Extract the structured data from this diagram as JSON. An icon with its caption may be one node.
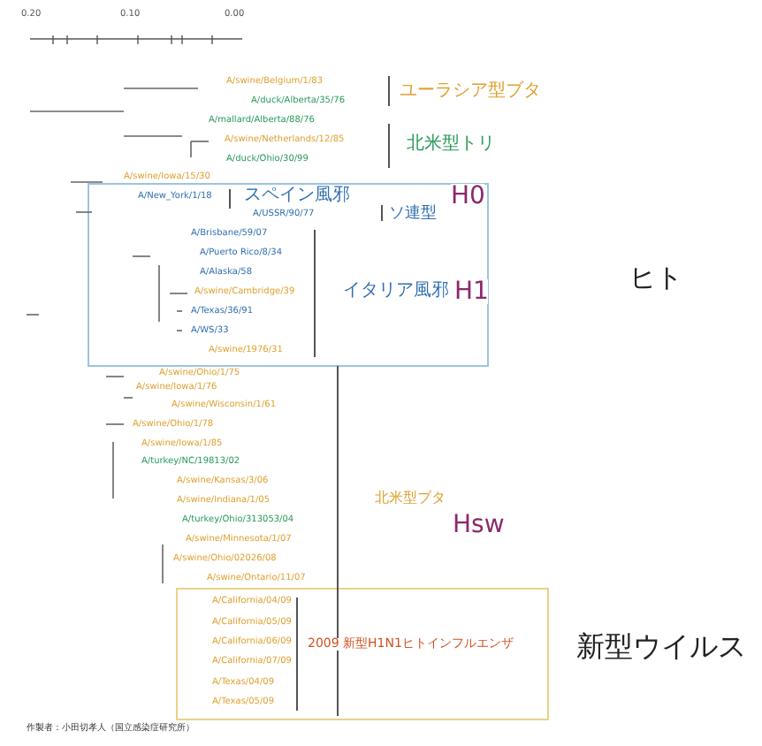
{
  "diagram": {
    "labels": [
      "0.20",
      "0.10",
      "0.00",
      "A/swine/Belgium/1/83",
      "ユーラシア型ブタ",
      "A/duck/Alberta/35/76",
      "A/mallard/Alberta/88/76",
      "A/swine/Netherlands/12/85",
      "北米型トリ",
      "A/duck/Ohio/30/99",
      "A/swine/Iowa/15/30",
      "A/New_York/1/18",
      "スペイン風邪",
      "H0",
      "A/USSR/90/77",
      "ソ連型",
      "A/Brisbane/59/07",
      "A/Puerto Rico/8/34",
      "A/Alaska/58",
      "ヒト",
      "イタリア風邪",
      "H1",
      "A/swine/Cambridge/39",
      "A/Texas/36/91",
      "A/WS/33",
      "A/swine/1976/31",
      "A/swine/Ohio/1/75",
      "A/swine/Iowa/1/76",
      "A/swine/Wisconsin/1/61",
      "A/swine/Ohio/1/78",
      "A/swine/Iowa/1/85",
      "A/turkey/NC/19813/02",
      "A/swine/Kansas/3/06",
      "北米型ブタ",
      "A/swine/Indiana/1/05",
      "Hsw",
      "A/turkey/Ohio/313053/04",
      "A/swine/Minnesota/1/07",
      "A/swine/Ohio/02026/08",
      "A/swine/Ontario/11/07",
      "A/California/04/09",
      "A/California/05/09",
      "A/California/06/09",
      "2009 新型H1N1ヒトインフルエンザ",
      "新型ウイルス",
      "A/California/07/09",
      "A/Texas/04/09",
      "A/Texas/05/09",
      "作製者：小田切孝人（国立感染症研究所）"
    ]
  }
}
